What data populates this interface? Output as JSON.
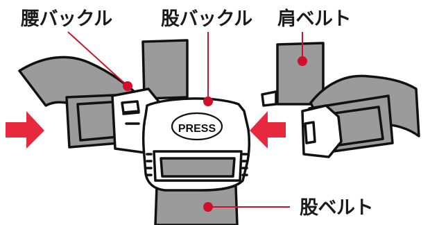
{
  "labels": {
    "waist_buckle": "腰バックル",
    "crotch_buckle": "股バックル",
    "shoulder_belt": "肩ベルト",
    "crotch_belt": "股ベルト",
    "press": "PRESS"
  },
  "colors": {
    "belt_fill": "#9b9b9b",
    "buckle_fill": "#ffffff",
    "outline": "#111111",
    "pointer": "#d0102b",
    "arrow": "#e8283c",
    "label_text": "#1a1a1a"
  },
  "icons": [
    "arrow-right-icon",
    "arrow-left-icon"
  ]
}
